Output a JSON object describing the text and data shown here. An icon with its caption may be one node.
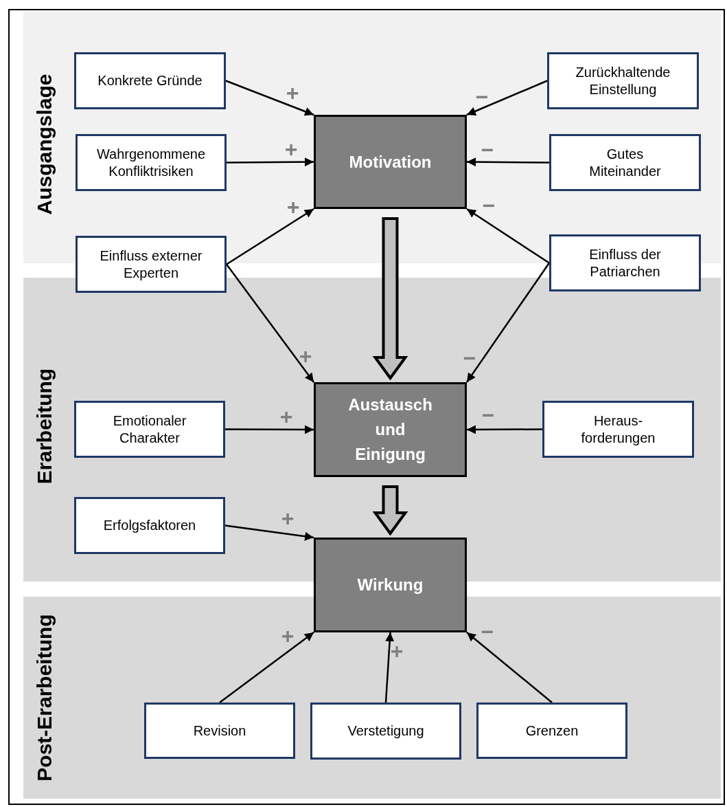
{
  "diagram": {
    "nodes": [
      {
        "text": [
          "Ausgangslage"
        ]
      },
      {
        "text": [
          "Erarbeitung"
        ]
      },
      {
        "text": [
          "Post-Erarbeitung"
        ]
      },
      {
        "text": [
          "Konkrete Gründe"
        ],
        "in": 0
      },
      {
        "text": [
          "Zurückhaltende Einstellung"
        ],
        "in": 0
      },
      {
        "text": [
          "Motivation"
        ],
        "in": 0
      },
      {
        "text": [
          "Wahrgenommene Konfliktrisiken"
        ],
        "in": 0
      },
      {
        "text": [
          "Gutes Miteinander"
        ],
        "in": 0
      },
      {
        "text": [
          "Einfluss externer Experten"
        ]
      },
      {
        "text": [
          "Einfluss der Patriarchen"
        ]
      },
      {
        "text": [
          "Austausch und Einigung"
        ],
        "in": 1
      },
      {
        "text": [
          "Emotionaler Charakter"
        ],
        "in": 1
      },
      {
        "text": [
          "Heraus- forderungen"
        ],
        "in": 1
      },
      {
        "text": [
          "Erfolgsfaktoren"
        ],
        "in": 1
      },
      {
        "text": [
          "Wirkung"
        ]
      },
      {
        "text": [
          "Revision"
        ],
        "in": 2
      },
      {
        "text": [
          "Verstetigung"
        ],
        "in": 2
      },
      {
        "text": [
          "Grenzen"
        ],
        "in": 2
      }
    ],
    "edges": [
      {
        "from": 3,
        "to": 5,
        "arrow": "to",
        "label": "+"
      },
      {
        "from": 6,
        "to": 5,
        "arrow": "to",
        "label": "+"
      },
      {
        "from": 8,
        "to": 5,
        "arrow": "to",
        "label": "+"
      },
      {
        "from": 4,
        "to": 5,
        "arrow": "to",
        "label": "−"
      },
      {
        "from": 7,
        "to": 5,
        "arrow": "to",
        "label": "−"
      },
      {
        "from": 9,
        "to": 5,
        "arrow": "to",
        "label": "−"
      },
      {
        "from": 8,
        "to": 10,
        "arrow": "to",
        "label": "+"
      },
      {
        "from": 9,
        "to": 10,
        "arrow": "to",
        "label": "−"
      },
      {
        "from": 11,
        "to": 10,
        "arrow": "to",
        "label": "+"
      },
      {
        "from": 12,
        "to": 10,
        "arrow": "to",
        "label": "−"
      },
      {
        "from": 13,
        "to": 14,
        "arrow": "to",
        "label": "+"
      },
      {
        "from": 15,
        "to": 14,
        "arrow": "to",
        "label": "+"
      },
      {
        "from": 16,
        "to": 14,
        "arrow": "to",
        "label": "+"
      },
      {
        "from": 17,
        "to": 14,
        "arrow": "to",
        "label": "−"
      },
      {
        "from": 5,
        "to": 10,
        "arrow": "to",
        "style": "thick"
      },
      {
        "from": 10,
        "to": 14,
        "arrow": "to",
        "style": "thick"
      }
    ]
  }
}
